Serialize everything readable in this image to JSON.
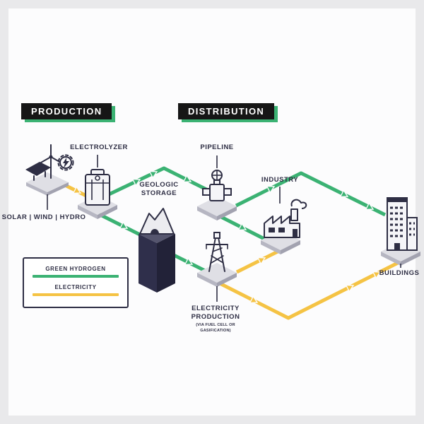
{
  "header": {
    "production_label": "PRODUCTION",
    "distribution_label": "DISTRIBUTION"
  },
  "nodes": {
    "solar_wind_hydro": {
      "label": "SOLAR | WIND | HYDRO",
      "icon": "solar-panel-wind-turbine-gear-icon"
    },
    "electrolyzer": {
      "label": "ELECTROLYZER",
      "icon": "electrolyzer-machine-icon"
    },
    "geologic_storage": {
      "label": "GEOLOGIC STORAGE",
      "icon": "mountain-cave-icon"
    },
    "pipeline": {
      "label": "PIPELINE",
      "icon": "pipe-valve-icon"
    },
    "industry": {
      "label": "INDUSTRY",
      "icon": "factory-smoke-icon"
    },
    "electricity_production": {
      "label": "ELECTRICITY PRODUCTION",
      "sublabel": "(VIA FUEL CELL OR GASIFICATION)",
      "icon": "transmission-tower-icon"
    },
    "buildings": {
      "label": "BUILDINGS",
      "icon": "high-rise-building-icon"
    }
  },
  "legend": {
    "items": [
      {
        "label": "GREEN HYDROGEN",
        "color": "#3bb273"
      },
      {
        "label": "ELECTRICITY",
        "color": "#f5c344"
      }
    ]
  },
  "flows": [
    {
      "from": "solar_wind_hydro",
      "to": "electrolyzer",
      "carrier": "electricity"
    },
    {
      "from": "electrolyzer",
      "to": "pipeline",
      "carrier": "green_hydrogen"
    },
    {
      "from": "electrolyzer",
      "to": "geologic_storage",
      "carrier": "green_hydrogen"
    },
    {
      "from": "geologic_storage",
      "to": "electricity_production",
      "carrier": "green_hydrogen"
    },
    {
      "from": "pipeline",
      "to": "industry",
      "carrier": "green_hydrogen"
    },
    {
      "from": "pipeline",
      "to": "buildings",
      "carrier": "green_hydrogen"
    },
    {
      "from": "electricity_production",
      "to": "industry",
      "carrier": "electricity"
    },
    {
      "from": "electricity_production",
      "to": "buildings",
      "carrier": "electricity"
    }
  ],
  "colors": {
    "green_hydrogen": "#3bb273",
    "electricity": "#f5c344",
    "ink": "#2e2e44",
    "badge_background": "#161616",
    "badge_shadow": "#3bb273",
    "platform_top": "#dfdfe5",
    "storage_block": "#2f2f4b"
  }
}
